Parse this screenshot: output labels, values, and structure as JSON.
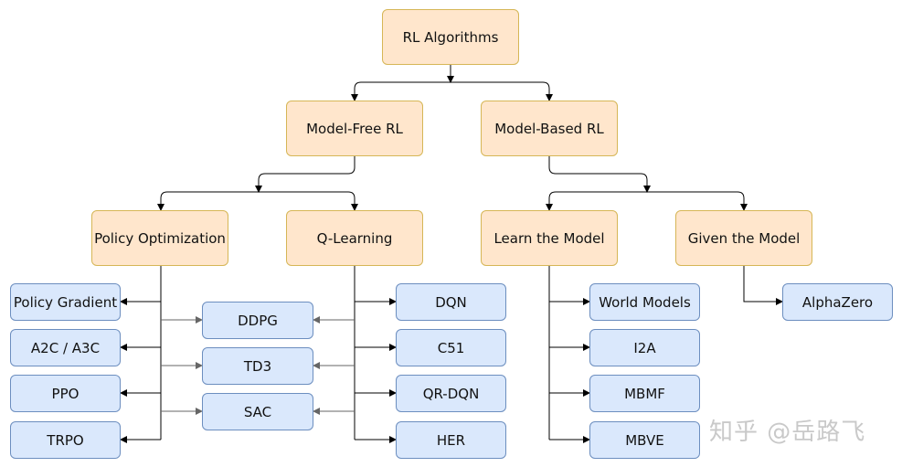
{
  "nodes": {
    "rl_algorithms": "RL Algorithms",
    "model_free": "Model-Free RL",
    "model_based": "Model-Based RL",
    "policy_optimization": "Policy Optimization",
    "q_learning": "Q-Learning",
    "learn_model": "Learn the Model",
    "given_model": "Given the Model",
    "policy_gradient": "Policy Gradient",
    "a2c_a3c": "A2C / A3C",
    "ppo": "PPO",
    "trpo": "TRPO",
    "ddpg": "DDPG",
    "td3": "TD3",
    "sac": "SAC",
    "dqn": "DQN",
    "c51": "C51",
    "qr_dqn": "QR-DQN",
    "her": "HER",
    "world_models": "World Models",
    "i2a": "I2A",
    "mbmf": "MBMF",
    "mbve": "MBVE",
    "alphazero": "AlphaZero"
  },
  "colors": {
    "category_fill": "#ffe6cc",
    "category_border": "#d6b656",
    "algorithm_fill": "#dae8fc",
    "algorithm_border": "#6c8ebf",
    "edge": "#000000",
    "edge_gray": "#666666"
  },
  "watermark": "知乎 @岳路飞"
}
